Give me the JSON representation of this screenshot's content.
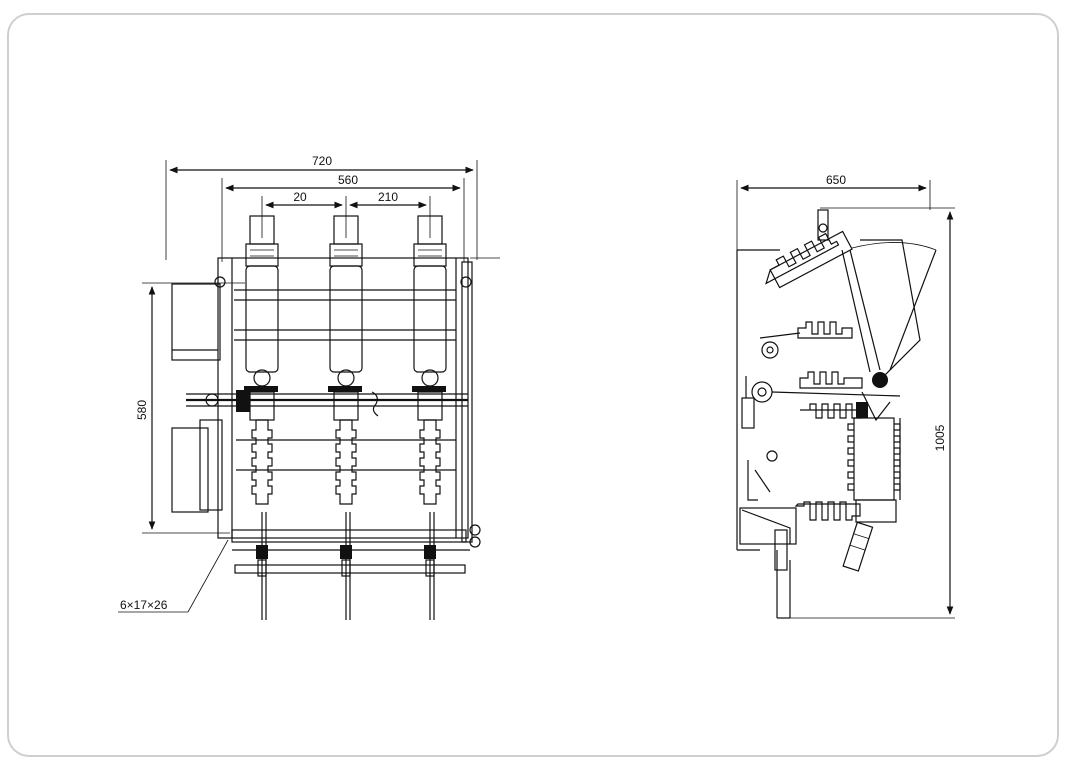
{
  "front_view": {
    "dim_overall_width": "720",
    "dim_inner_width": "560",
    "dim_pitch_left": "20",
    "dim_pitch_right": "210",
    "dim_height": "580",
    "mount_hole_label": "6×17×26"
  },
  "side_view": {
    "dim_depth": "650",
    "dim_height": "1005"
  },
  "colors": {
    "frame_border": "#cfcfcf",
    "ink": "#111111"
  }
}
